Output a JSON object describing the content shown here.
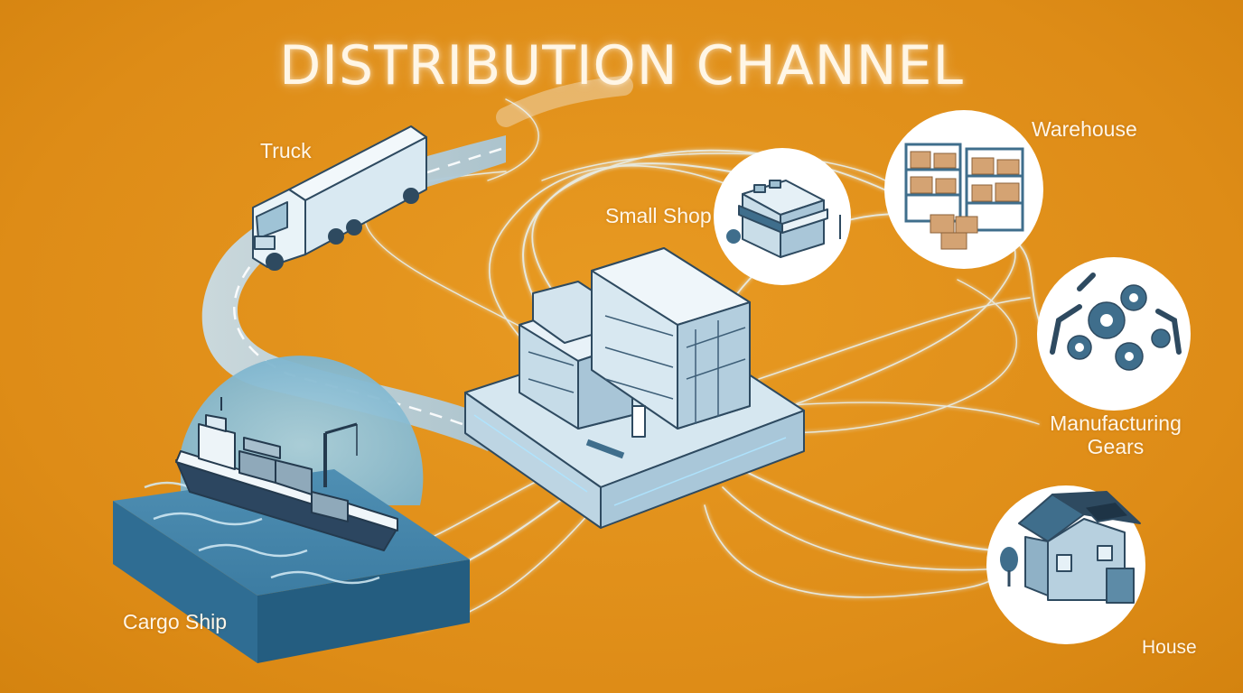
{
  "title": "DISTRIBUTION CHANNEL",
  "nodes": {
    "truck": "Truck",
    "small_shop": "Small Shop",
    "warehouse": "Warehouse",
    "manufacturing_line1": "Manufacturing",
    "manufacturing_line2": "Gears",
    "house": "House",
    "cargo_ship": "Cargo Ship"
  },
  "icons": {
    "truck": "truck-icon",
    "hub": "office-building-icon",
    "small_shop": "shop-icon",
    "warehouse": "warehouse-shelves-icon",
    "manufacturing": "robot-arm-gears-icon",
    "house": "house-icon",
    "cargo_ship": "cargo-ship-icon"
  },
  "colors": {
    "background": "#E2911B",
    "accent_blue": "#3F6E8C",
    "light_blue": "#CFE3EE",
    "glow_lines": "#E6F6FF"
  }
}
